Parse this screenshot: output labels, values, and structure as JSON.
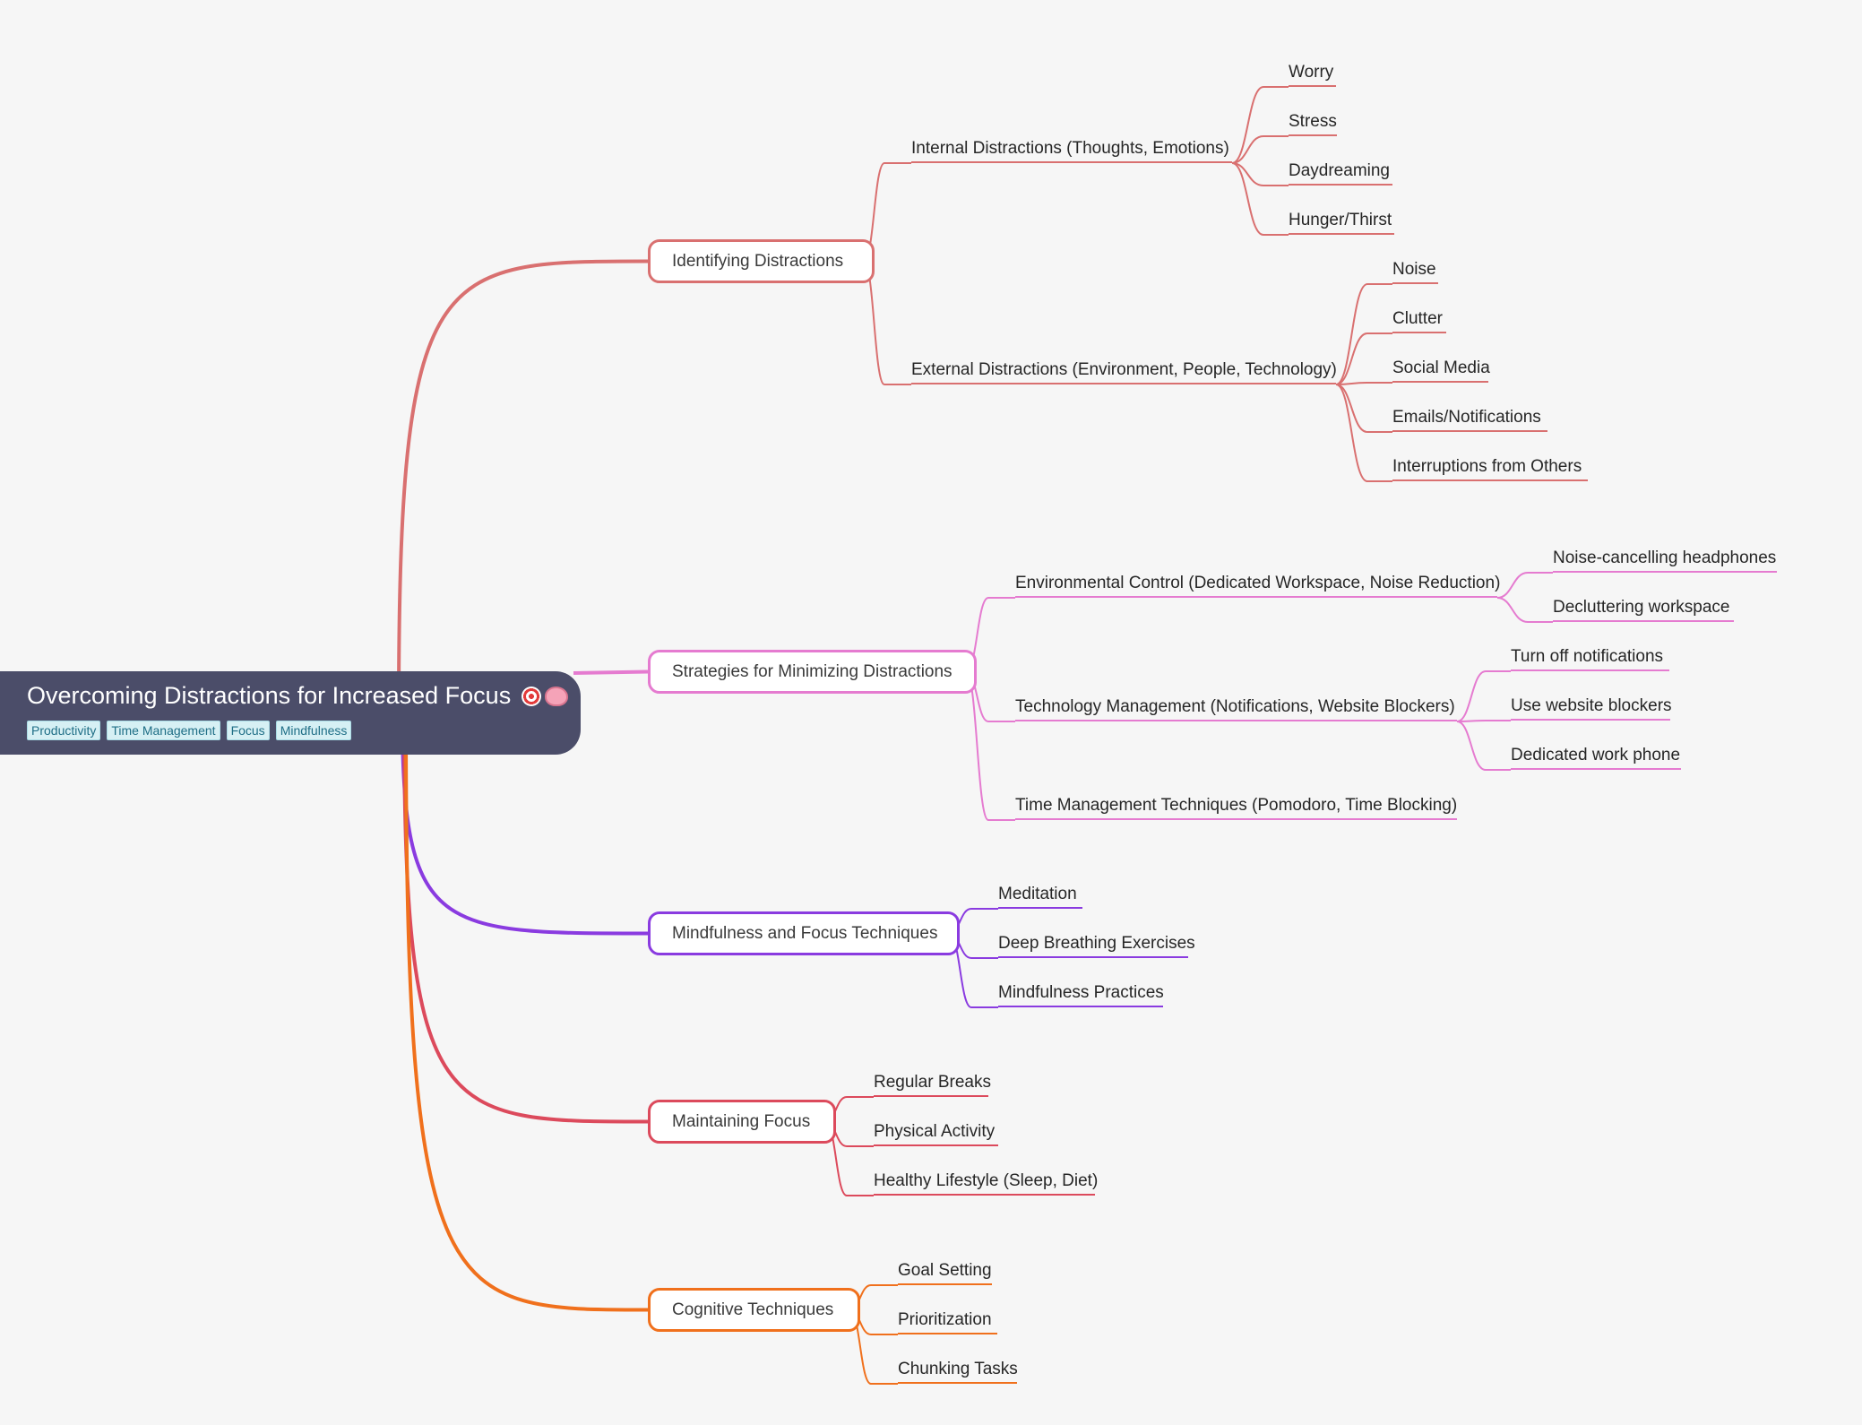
{
  "root": {
    "title": "Overcoming Distractions for Increased Focus",
    "emojis": [
      "target-icon",
      "brain-icon"
    ],
    "tags": [
      "Productivity",
      "Time Management",
      "Focus",
      "Mindfulness"
    ],
    "color": "#4b4d69"
  },
  "branches": [
    {
      "label": "Identifying Distractions",
      "color": "#d97070",
      "children": [
        {
          "label": "Internal Distractions (Thoughts, Emotions)",
          "children": [
            "Worry",
            "Stress",
            "Daydreaming",
            "Hunger/Thirst"
          ]
        },
        {
          "label": "External Distractions (Environment, People, Technology)",
          "children": [
            "Noise",
            "Clutter",
            "Social Media",
            "Emails/Notifications",
            "Interruptions from Others"
          ]
        }
      ]
    },
    {
      "label": "Strategies for Minimizing Distractions",
      "color": "#e57bd0",
      "children": [
        {
          "label": "Environmental Control (Dedicated Workspace, Noise Reduction)",
          "children": [
            "Noise-cancelling headphones",
            "Decluttering workspace"
          ]
        },
        {
          "label": "Technology Management (Notifications, Website Blockers)",
          "children": [
            "Turn off notifications",
            "Use website blockers",
            "Dedicated work phone"
          ]
        },
        {
          "label": "Time Management Techniques (Pomodoro, Time Blocking)",
          "children": []
        }
      ]
    },
    {
      "label": "Mindfulness and Focus Techniques",
      "color": "#8a3be0",
      "children": [
        {
          "label": "Meditation",
          "children": []
        },
        {
          "label": "Deep Breathing Exercises",
          "children": []
        },
        {
          "label": "Mindfulness Practices",
          "children": []
        }
      ]
    },
    {
      "label": "Maintaining Focus",
      "color": "#dc4a5c",
      "children": [
        {
          "label": "Regular Breaks",
          "children": []
        },
        {
          "label": "Physical Activity",
          "children": []
        },
        {
          "label": "Healthy Lifestyle (Sleep, Diet)",
          "children": []
        }
      ]
    },
    {
      "label": "Cognitive Techniques",
      "color": "#f0701c",
      "children": [
        {
          "label": "Goal Setting",
          "children": []
        },
        {
          "label": "Prioritization",
          "children": []
        },
        {
          "label": "Chunking Tasks",
          "children": []
        }
      ]
    }
  ]
}
